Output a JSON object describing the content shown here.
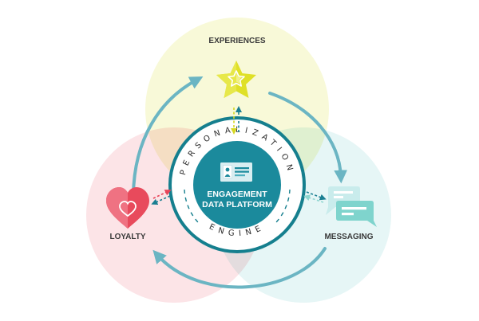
{
  "diagram": {
    "center": {
      "ring_top_label": "PERSONALIZATION",
      "ring_bottom_label": "ENGINE",
      "title_line1": "ENGAGEMENT",
      "title_line2": "DATA PLATFORM",
      "icon": "id-card-icon"
    },
    "nodes": [
      {
        "id": "experiences",
        "label": "EXPERIENCES",
        "icon": "star-icon",
        "color": "#d9dc2a",
        "circle_color": "#f7f8d4"
      },
      {
        "id": "loyalty",
        "label": "LOYALTY",
        "icon": "heart-icon",
        "color": "#ea4a5c",
        "circle_color": "#fce0e3"
      },
      {
        "id": "messaging",
        "label": "MESSAGING",
        "icon": "chat-bubbles-icon",
        "color": "#7fd4cd",
        "circle_color": "#e6f6f6"
      }
    ],
    "cycle": [
      "loyalty",
      "experiences",
      "messaging",
      "loyalty"
    ],
    "colors": {
      "teal_dark": "#1b8a9c",
      "ring_outline": "#157f8e",
      "arrow": "#6bb5c3"
    }
  }
}
